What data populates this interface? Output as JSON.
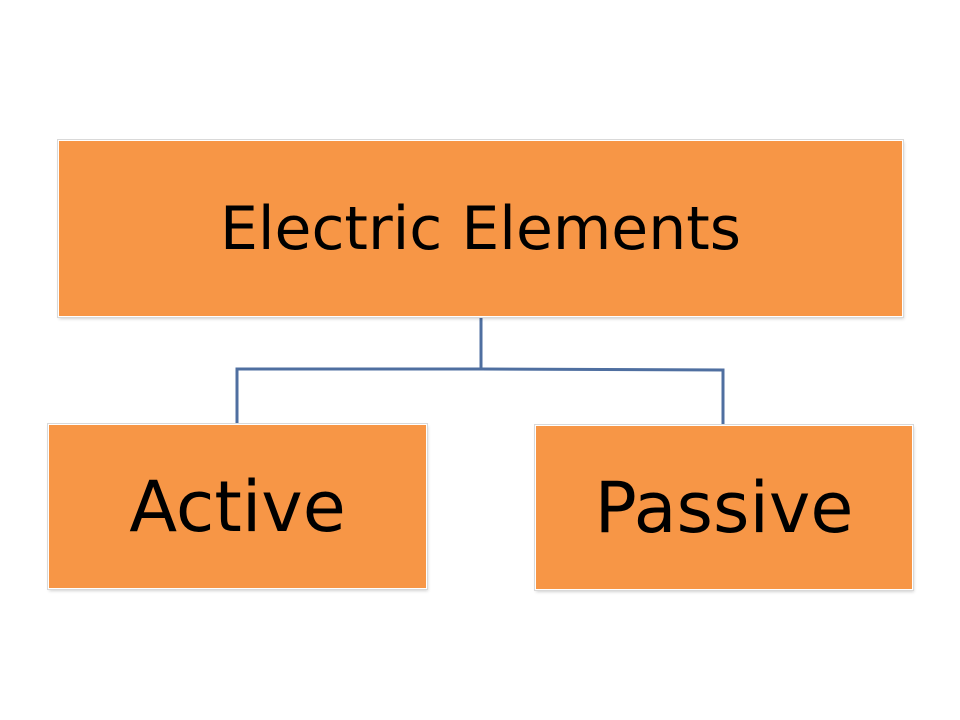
{
  "diagram": {
    "root": {
      "label": "Electric Elements"
    },
    "children": [
      {
        "label": "Active"
      },
      {
        "label": "Passive"
      }
    ]
  },
  "colors": {
    "node_fill": "#f79646",
    "connector": "#4f6fa0"
  }
}
